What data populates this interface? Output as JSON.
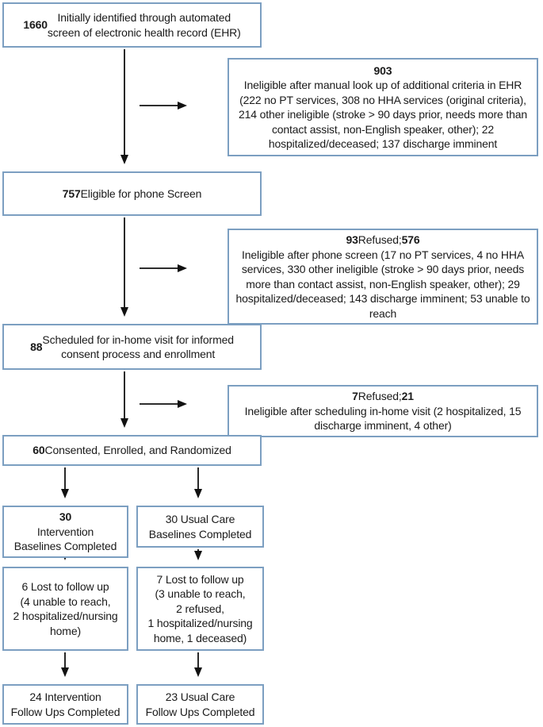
{
  "colors": {
    "box-border": "#7c9fc1",
    "arrow": "#111111",
    "text": "#1a1a1a",
    "background": "#ffffff"
  },
  "flowchart": {
    "boxes": {
      "identified": {
        "segments": [
          {
            "text": "1660",
            "bold": true
          },
          {
            "text": " Initially identified through automated\nscreen of electronic health record (EHR)",
            "bold": false
          }
        ]
      },
      "manual_ineligible": {
        "segments": [
          {
            "text": "903",
            "bold": true
          },
          {
            "text": " Ineligible after manual look up of additional criteria in EHR (222 no PT services, 308 no HHA services (original criteria), 214 other ineligible (stroke > 90 days prior, needs more than contact assist, non-English speaker, other); 22 hospitalized/deceased; 137 discharge imminent",
            "bold": false
          }
        ]
      },
      "phone_eligible": {
        "segments": [
          {
            "text": "757",
            "bold": true
          },
          {
            "text": " Eligible for phone Screen",
            "bold": false
          }
        ]
      },
      "phone_ineligible": {
        "segments": [
          {
            "text": "93",
            "bold": true
          },
          {
            "text": " Refused; ",
            "bold": false
          },
          {
            "text": "576",
            "bold": true
          },
          {
            "text": " Ineligible after phone screen (17 no PT services, 4 no HHA services, 330 other ineligible (stroke > 90 days prior, needs more than contact assist, non-English speaker, other); 29 hospitalized/deceased; 143 discharge imminent; 53 unable to reach",
            "bold": false
          }
        ]
      },
      "scheduled": {
        "segments": [
          {
            "text": "88",
            "bold": true
          },
          {
            "text": " Scheduled for in-home visit for informed\nconsent process and enrollment",
            "bold": false
          }
        ]
      },
      "scheduling_ineligible": {
        "segments": [
          {
            "text": "7",
            "bold": true
          },
          {
            "text": " Refused; ",
            "bold": false
          },
          {
            "text": "21",
            "bold": true
          },
          {
            "text": " Ineligible after scheduling in-home visit (2 hospitalized, 15 discharge imminent, 4 other)",
            "bold": false
          }
        ]
      },
      "randomized": {
        "segments": [
          {
            "text": "60",
            "bold": true
          },
          {
            "text": " Consented, Enrolled, and Randomized",
            "bold": false
          }
        ]
      },
      "intervention_baseline": {
        "segments": [
          {
            "text": "30",
            "bold": true
          },
          {
            "text": " Intervention\nBaselines Completed",
            "bold": false
          }
        ]
      },
      "usual_baseline": {
        "segments": [
          {
            "text": "30 Usual Care\nBaselines Completed",
            "bold": false
          }
        ]
      },
      "intervention_lost": {
        "segments": [
          {
            "text": "6 Lost to follow up\n(4 unable to reach,\n2 hospitalized/nursing\nhome)",
            "bold": false
          }
        ]
      },
      "usual_lost": {
        "segments": [
          {
            "text": "7 Lost to follow up\n(3 unable to reach,\n2 refused,\n1 hospitalized/nursing\nhome, 1 deceased)",
            "bold": false
          }
        ]
      },
      "intervention_followup": {
        "segments": [
          {
            "text": "24 Intervention\nFollow Ups Completed",
            "bold": false
          }
        ]
      },
      "usual_followup": {
        "segments": [
          {
            "text": "23 Usual Care\nFollow Ups Completed",
            "bold": false
          }
        ]
      }
    }
  }
}
